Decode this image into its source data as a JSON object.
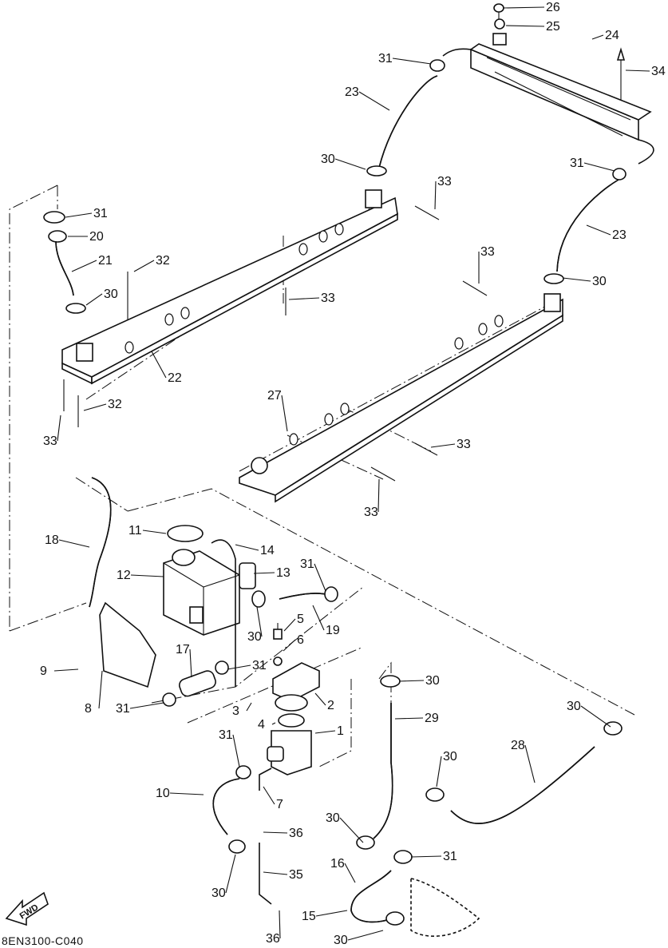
{
  "diagram_code": "8EN3100-C040",
  "fwd_label": "FWD",
  "callouts": [
    {
      "id": "c26a",
      "label": "26"
    },
    {
      "id": "c25",
      "label": "25"
    },
    {
      "id": "c24",
      "label": "24"
    },
    {
      "id": "c34",
      "label": "34"
    },
    {
      "id": "c31a",
      "label": "31"
    },
    {
      "id": "c23a",
      "label": "23"
    },
    {
      "id": "c30a",
      "label": "30"
    },
    {
      "id": "c31b",
      "label": "31"
    },
    {
      "id": "c33a",
      "label": "33"
    },
    {
      "id": "c23b",
      "label": "23"
    },
    {
      "id": "c31c",
      "label": "31"
    },
    {
      "id": "c20",
      "label": "20"
    },
    {
      "id": "c21",
      "label": "21"
    },
    {
      "id": "c32a",
      "label": "32"
    },
    {
      "id": "c30b",
      "label": "30"
    },
    {
      "id": "c33b",
      "label": "33"
    },
    {
      "id": "c33c",
      "label": "33"
    },
    {
      "id": "c30c",
      "label": "30"
    },
    {
      "id": "c22",
      "label": "22"
    },
    {
      "id": "c32b",
      "label": "32"
    },
    {
      "id": "c33d",
      "label": "33"
    },
    {
      "id": "c27",
      "label": "27"
    },
    {
      "id": "c33e",
      "label": "33"
    },
    {
      "id": "c33f",
      "label": "33"
    },
    {
      "id": "c11",
      "label": "11"
    },
    {
      "id": "c14",
      "label": "14"
    },
    {
      "id": "c18",
      "label": "18"
    },
    {
      "id": "c31d",
      "label": "31"
    },
    {
      "id": "c12",
      "label": "12"
    },
    {
      "id": "c13",
      "label": "13"
    },
    {
      "id": "c19",
      "label": "19"
    },
    {
      "id": "c5",
      "label": "5"
    },
    {
      "id": "c30d",
      "label": "30"
    },
    {
      "id": "c6",
      "label": "6"
    },
    {
      "id": "c9",
      "label": "9"
    },
    {
      "id": "c17",
      "label": "17"
    },
    {
      "id": "c31e",
      "label": "31"
    },
    {
      "id": "c8",
      "label": "8"
    },
    {
      "id": "c31f",
      "label": "31"
    },
    {
      "id": "c2",
      "label": "2"
    },
    {
      "id": "c30e",
      "label": "30"
    },
    {
      "id": "c3",
      "label": "3"
    },
    {
      "id": "c4",
      "label": "4"
    },
    {
      "id": "c1",
      "label": "1"
    },
    {
      "id": "c29",
      "label": "29"
    },
    {
      "id": "c30f",
      "label": "30"
    },
    {
      "id": "c31g",
      "label": "31"
    },
    {
      "id": "c30g",
      "label": "30"
    },
    {
      "id": "c28",
      "label": "28"
    },
    {
      "id": "c10",
      "label": "10"
    },
    {
      "id": "c7",
      "label": "7"
    },
    {
      "id": "c30h",
      "label": "30"
    },
    {
      "id": "c36a",
      "label": "36"
    },
    {
      "id": "c35",
      "label": "35"
    },
    {
      "id": "c31h",
      "label": "31"
    },
    {
      "id": "c16",
      "label": "16"
    },
    {
      "id": "c30i",
      "label": "30"
    },
    {
      "id": "c15",
      "label": "15"
    },
    {
      "id": "c30j",
      "label": "30"
    },
    {
      "id": "c36b",
      "label": "36"
    }
  ]
}
